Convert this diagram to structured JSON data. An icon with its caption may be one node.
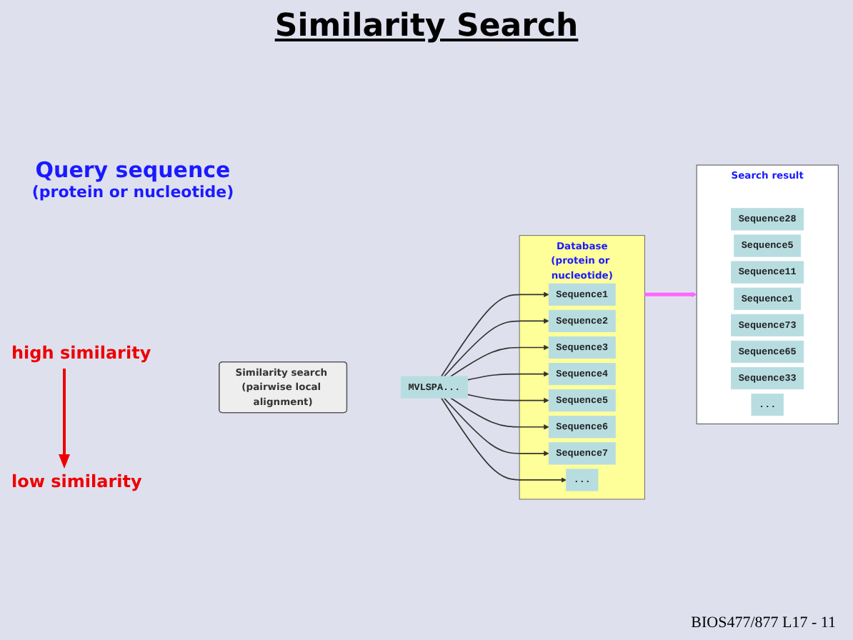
{
  "diagram": {
    "title": "Similarity Search",
    "nodes": [
      {
        "text": [
          "MVLSPA..."
        ]
      },
      {
        "text": [
          "Similarity search (pairwise local alignment)"
        ]
      },
      {
        "text": [
          "Database",
          "(protein or nucleotide)"
        ]
      },
      {
        "text": [
          "Sequence1"
        ],
        "in": 2
      },
      {
        "text": [
          "Sequence2"
        ],
        "in": 2
      },
      {
        "text": [
          "Sequence3"
        ],
        "in": 2
      },
      {
        "text": [
          "Sequence4"
        ],
        "in": 2
      },
      {
        "text": [
          "Sequence5"
        ],
        "in": 2
      },
      {
        "text": [
          "Sequence6"
        ],
        "in": 2
      },
      {
        "text": [
          "Sequence7"
        ],
        "in": 2
      },
      {
        "text": [
          "..."
        ],
        "in": 2
      },
      {
        "text": [
          "Search result"
        ]
      },
      {
        "text": [
          "Sequence28"
        ],
        "in": 11
      },
      {
        "text": [
          "Sequence5"
        ],
        "in": 11
      },
      {
        "text": [
          "Sequence11"
        ],
        "in": 11
      },
      {
        "text": [
          "Sequence1"
        ],
        "in": 11
      },
      {
        "text": [
          "Sequence73"
        ],
        "in": 11
      },
      {
        "text": [
          "Sequence65"
        ],
        "in": 11
      },
      {
        "text": [
          "Sequence33"
        ],
        "in": 11
      },
      {
        "text": [
          "..."
        ],
        "in": 11
      }
    ],
    "edges": [
      {
        "from": 0,
        "to": 3,
        "arrow": "to"
      },
      {
        "from": 0,
        "to": 4,
        "arrow": "to"
      },
      {
        "from": 0,
        "to": 5,
        "arrow": "to"
      },
      {
        "from": 0,
        "to": 6,
        "arrow": "to"
      },
      {
        "from": 0,
        "to": 7,
        "arrow": "to"
      },
      {
        "from": 0,
        "to": 8,
        "arrow": "to"
      },
      {
        "from": 0,
        "to": 9,
        "arrow": "to"
      },
      {
        "from": 0,
        "to": 10,
        "arrow": "to"
      },
      {
        "from": 2,
        "to": 11,
        "arrow": "to",
        "style": "thick",
        "color": "#ff66ff"
      }
    ],
    "labels": [
      "Query sequence",
      "(protein or nucleotide)",
      "high similarity",
      "low similarity",
      "BIOS477/877 L17 - 11"
    ]
  }
}
